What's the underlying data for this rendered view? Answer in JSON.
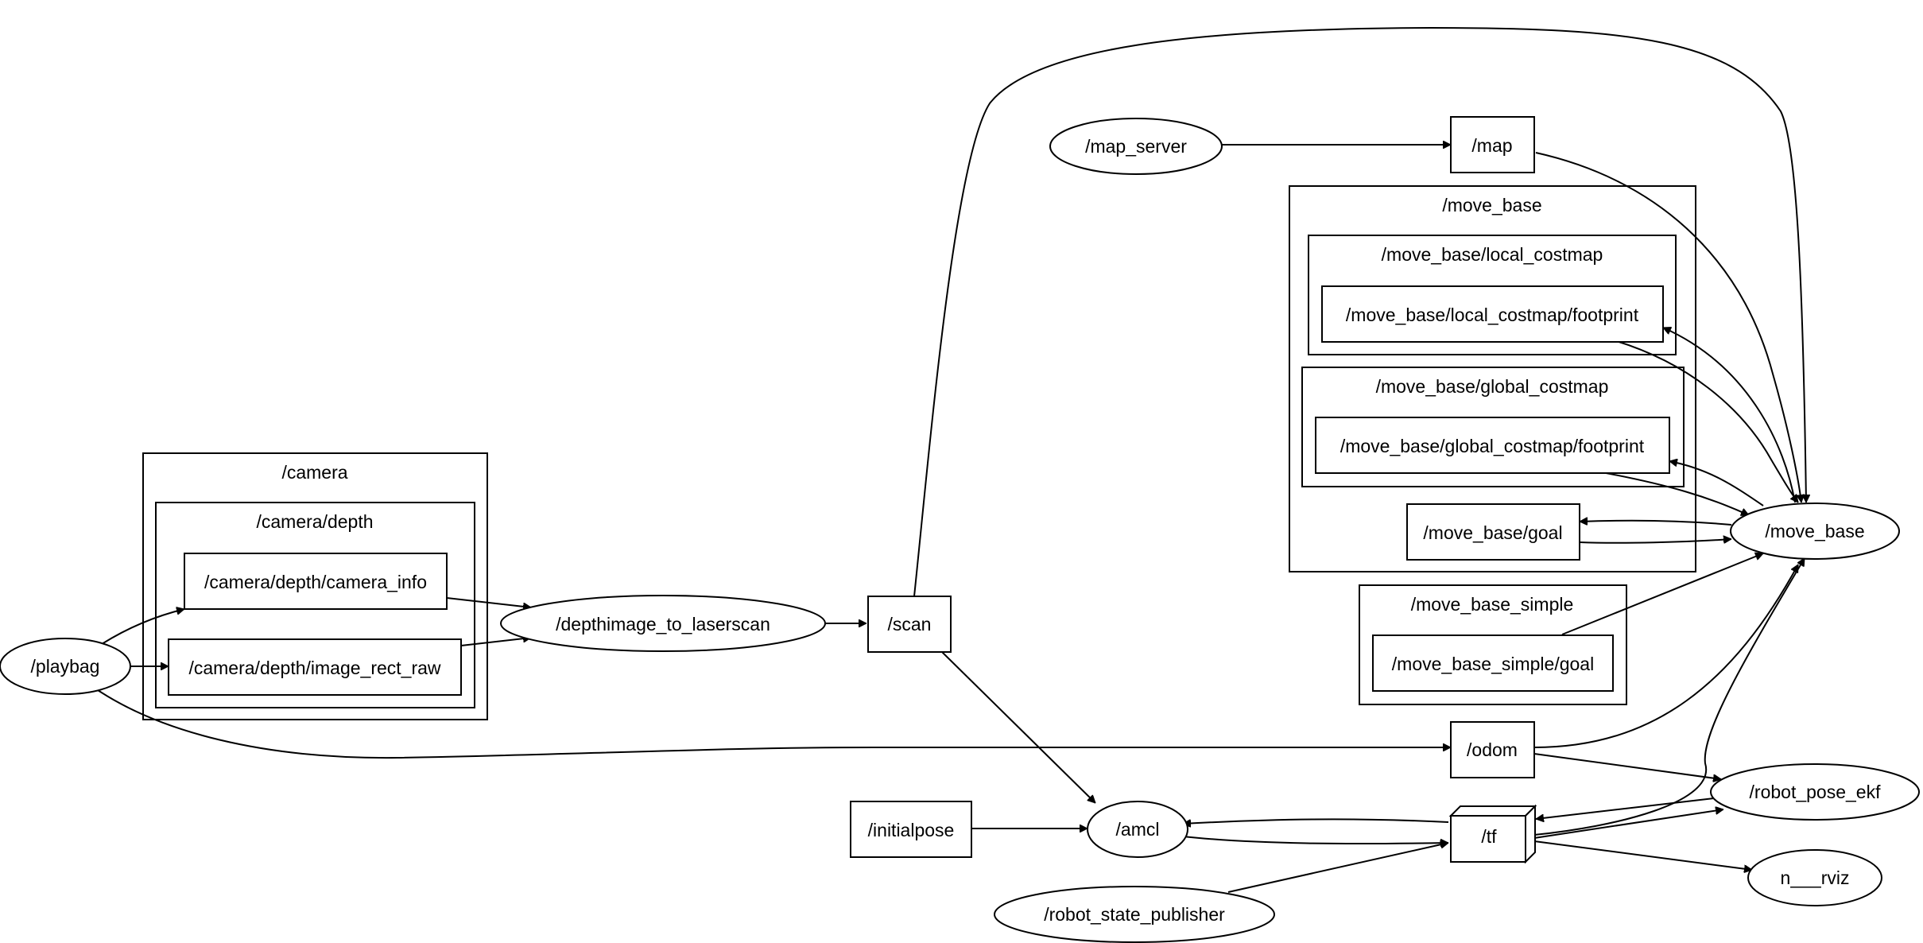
{
  "graph": {
    "clusters": {
      "camera": "/camera",
      "camera_depth": "/camera/depth",
      "move_base": "/move_base",
      "move_base_local_costmap": "/move_base/local_costmap",
      "move_base_global_costmap": "/move_base/global_costmap",
      "move_base_simple": "/move_base_simple"
    },
    "nodes": {
      "playbag": "/playbag",
      "depthimage_to_laserscan": "/depthimage_to_laserscan",
      "map_server": "/map_server",
      "amcl": "/amcl",
      "move_base": "/move_base",
      "robot_pose_ekf": "/robot_pose_ekf",
      "robot_state_publisher": "/robot_state_publisher",
      "rviz": "n___rviz"
    },
    "topics": {
      "camera_info": "/camera/depth/camera_info",
      "image_rect_raw": "/camera/depth/image_rect_raw",
      "scan": "/scan",
      "map": "/map",
      "local_footprint": "/move_base/local_costmap/footprint",
      "global_footprint": "/move_base/global_costmap/footprint",
      "move_base_goal": "/move_base/goal",
      "simple_goal": "/move_base_simple/goal",
      "odom": "/odom",
      "initialpose": "/initialpose",
      "tf": "/tf"
    }
  }
}
